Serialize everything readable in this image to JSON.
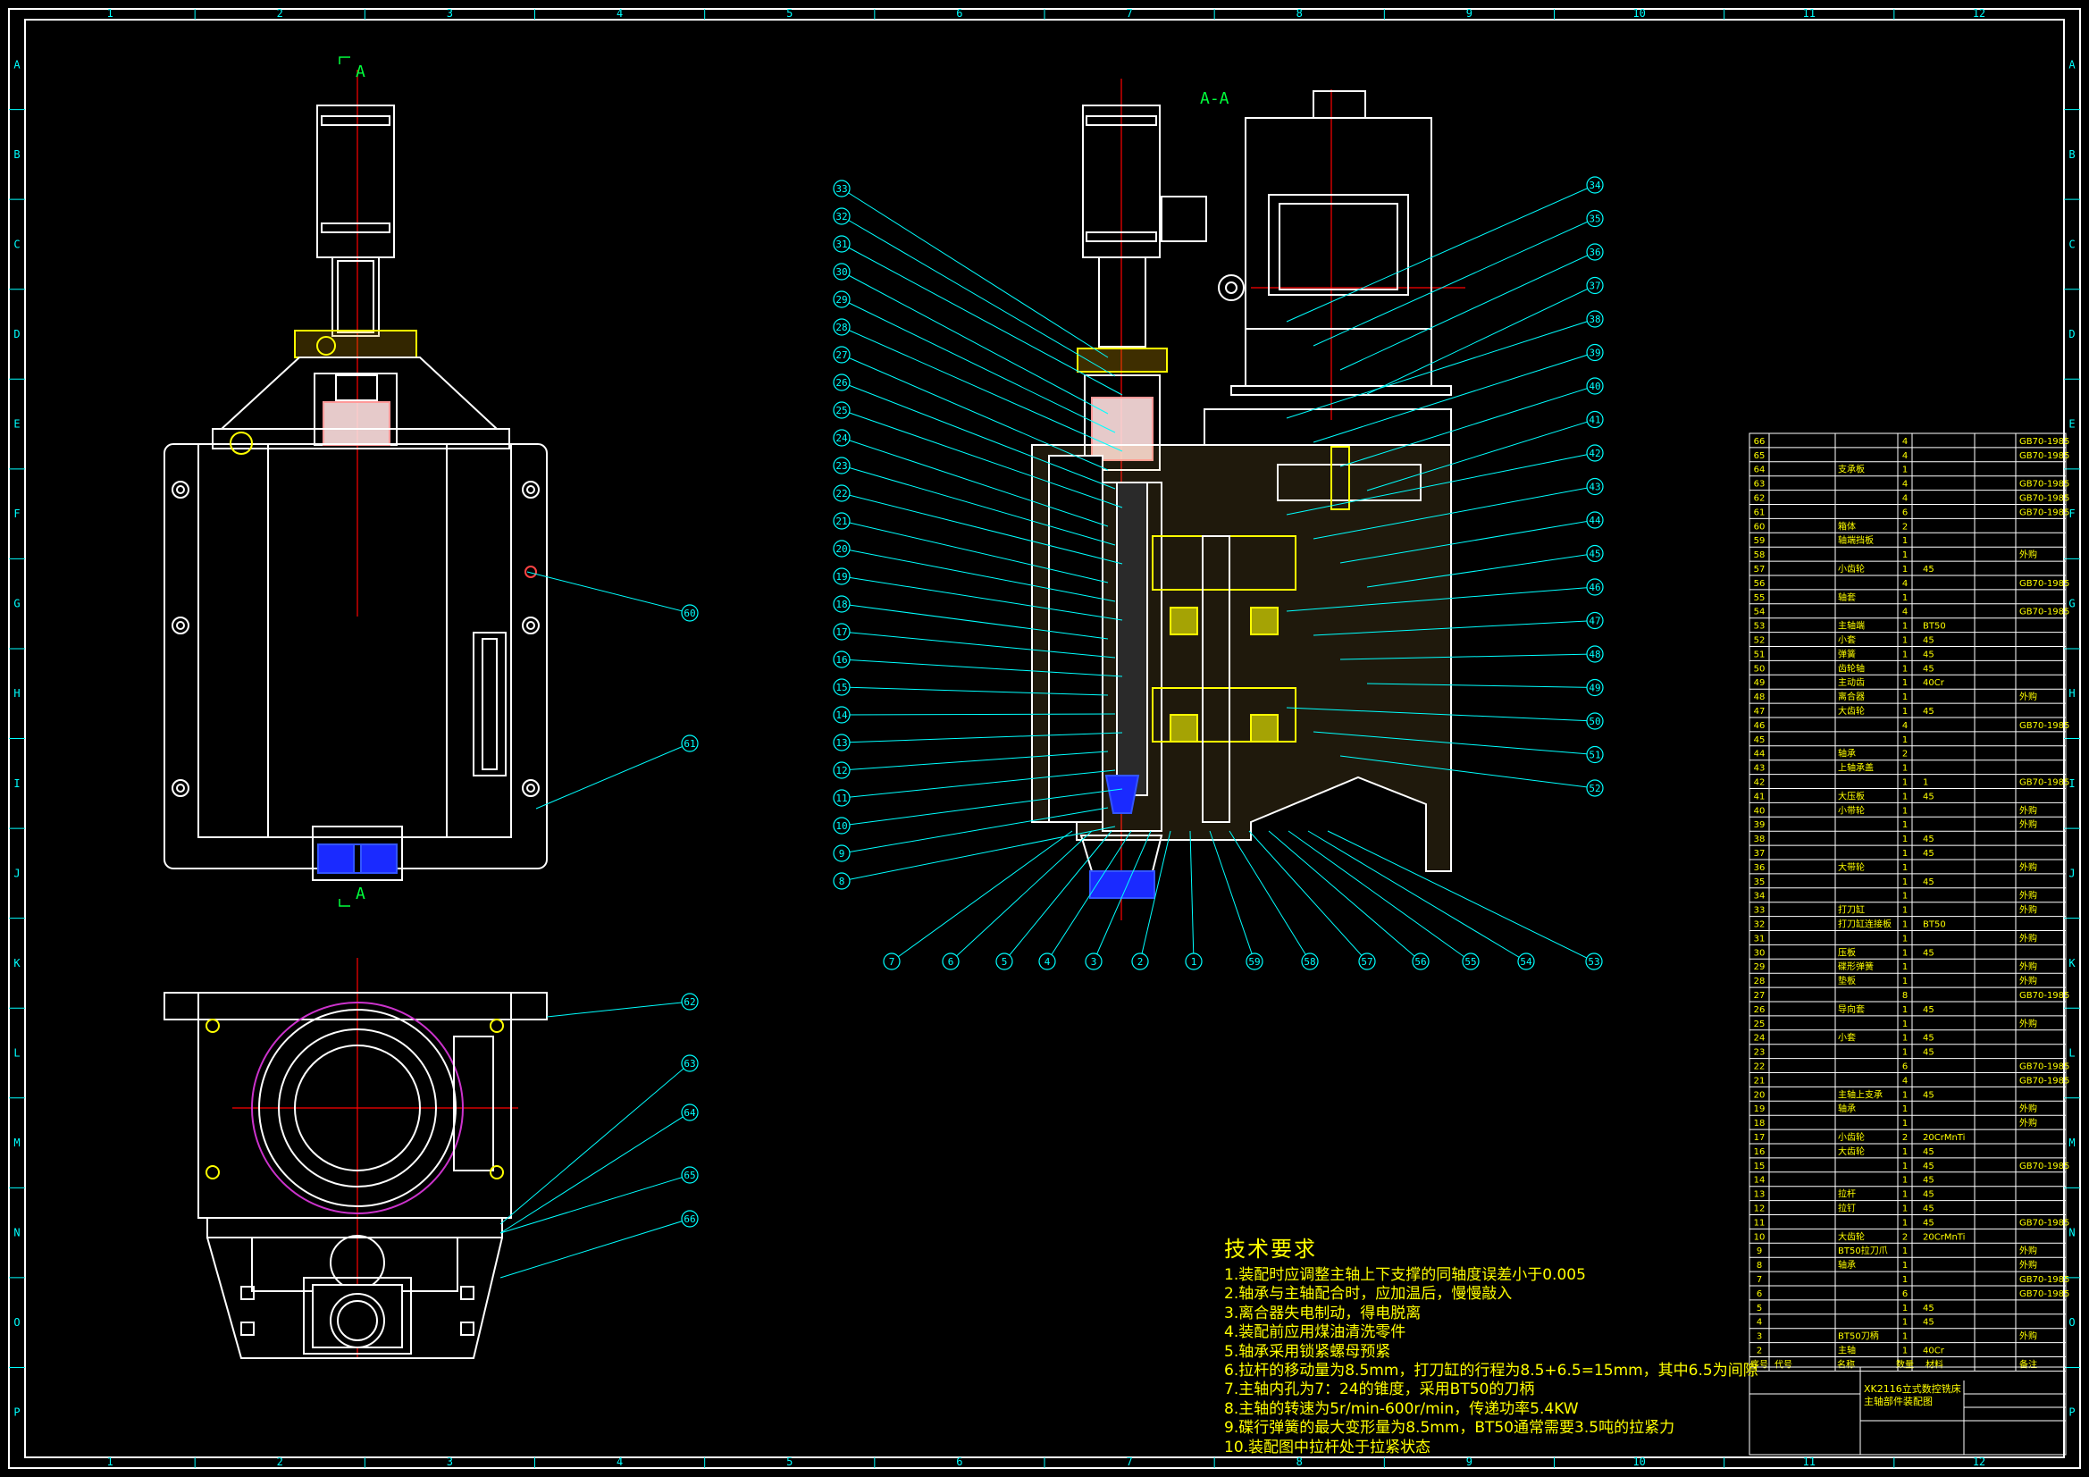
{
  "view_labels": {
    "section": "A-A",
    "arrow_top": "A",
    "arrow_bottom": "A"
  },
  "grid": {
    "columns": [
      "1",
      "2",
      "3",
      "4",
      "5",
      "6",
      "7",
      "8",
      "9",
      "10",
      "11",
      "12"
    ],
    "rows": [
      "A",
      "B",
      "C",
      "D",
      "E",
      "F",
      "G",
      "H",
      "I",
      "J",
      "K",
      "L",
      "M",
      "N",
      "O",
      "P"
    ]
  },
  "balloons_left": [
    "33",
    "32",
    "31",
    "30",
    "29",
    "28",
    "27",
    "26",
    "25",
    "24",
    "23",
    "22",
    "21",
    "20",
    "19",
    "18",
    "17",
    "16",
    "15",
    "14",
    "13",
    "12",
    "11",
    "10",
    "9",
    "8"
  ],
  "balloons_bottom": [
    "7",
    "6",
    "5",
    "4",
    "3",
    "2",
    "1",
    "59",
    "58",
    "57",
    "56",
    "55",
    "54",
    "53"
  ],
  "balloons_right": [
    "34",
    "35",
    "36",
    "37",
    "38",
    "39",
    "40",
    "41",
    "42",
    "43",
    "44",
    "45",
    "46",
    "47",
    "48",
    "49",
    "50",
    "51",
    "52"
  ],
  "balloons_views": [
    "60",
    "61",
    "62",
    "63",
    "64",
    "65",
    "66"
  ],
  "tech_requirements": {
    "title": "技术要求",
    "items": [
      "1.装配时应调整主轴上下支撑的同轴度误差小于0.005",
      "2.轴承与主轴配合时，应加温后，慢慢敲入",
      "3.离合器失电制动，得电脱离",
      "4.装配前应用煤油清洗零件",
      "5.轴承采用锁紧螺母预紧",
      "6.拉杆的移动量为8.5mm，打刀缸的行程为8.5+6.5=15mm，其中6.5为间隙",
      "7.主轴内孔为7：24的锥度，采用BT50的刀柄",
      "8.主轴的转速为5r/min-600r/min，传递功率5.4KW",
      "9.碟行弹簧的最大变形量为8.5mm，BT50通常需要3.5吨的拉紧力",
      "10.装配图中拉杆处于拉紧状态"
    ]
  },
  "bom": {
    "rows": [
      [
        "66",
        "",
        "4",
        "",
        "GB70-1985"
      ],
      [
        "65",
        "",
        "4",
        "",
        "GB70-1985"
      ],
      [
        "64",
        "支承板",
        "1",
        "",
        ""
      ],
      [
        "63",
        "",
        "4",
        "",
        "GB70-1985"
      ],
      [
        "62",
        "",
        "4",
        "",
        "GB70-1985"
      ],
      [
        "61",
        "",
        "6",
        "",
        "GB70-1985"
      ],
      [
        "60",
        "箱体",
        "2",
        "",
        ""
      ],
      [
        "59",
        "轴端挡板",
        "1",
        "",
        ""
      ],
      [
        "58",
        "",
        "1",
        "",
        "外购"
      ],
      [
        "57",
        "小齿轮",
        "1",
        "45",
        ""
      ],
      [
        "56",
        "",
        "4",
        "",
        "GB70-1985"
      ],
      [
        "55",
        "轴套",
        "1",
        "",
        ""
      ],
      [
        "54",
        "",
        "4",
        "",
        "GB70-1985"
      ],
      [
        "53",
        "主轴端",
        "1",
        "BT50",
        ""
      ],
      [
        "52",
        "小套",
        "1",
        "45",
        ""
      ],
      [
        "51",
        "弹簧",
        "1",
        "45",
        ""
      ],
      [
        "50",
        "齿轮轴",
        "1",
        "45",
        ""
      ],
      [
        "49",
        "主动齿",
        "1",
        "40Cr",
        ""
      ],
      [
        "48",
        "离合器",
        "1",
        "",
        "外购"
      ],
      [
        "47",
        "大齿轮",
        "1",
        "45",
        ""
      ],
      [
        "46",
        "",
        "4",
        "",
        "GB70-1985"
      ],
      [
        "45",
        "",
        "1",
        "",
        ""
      ],
      [
        "44",
        "轴承",
        "2",
        "",
        ""
      ],
      [
        "43",
        "上轴承盖",
        "1",
        "",
        ""
      ],
      [
        "42",
        "",
        "1",
        "1",
        "GB70-1985"
      ],
      [
        "41",
        "大压板",
        "1",
        "45",
        ""
      ],
      [
        "40",
        "小带轮",
        "1",
        "",
        "外购"
      ],
      [
        "39",
        "",
        "1",
        "",
        "外购"
      ],
      [
        "38",
        "",
        "1",
        "45",
        ""
      ],
      [
        "37",
        "",
        "1",
        "45",
        ""
      ],
      [
        "36",
        "大带轮",
        "1",
        "",
        "外购"
      ],
      [
        "35",
        "",
        "1",
        "45",
        ""
      ],
      [
        "34",
        "",
        "1",
        "",
        "外购"
      ],
      [
        "33",
        "打刀缸",
        "1",
        "",
        "外购"
      ],
      [
        "32",
        "打刀缸连接板",
        "1",
        "BT50",
        ""
      ],
      [
        "31",
        "",
        "1",
        "",
        "外购"
      ],
      [
        "30",
        "压板",
        "1",
        "45",
        ""
      ],
      [
        "29",
        "碟形弹簧",
        "1",
        "",
        "外购"
      ],
      [
        "28",
        "垫板",
        "1",
        "",
        "外购"
      ],
      [
        "27",
        "",
        "8",
        "",
        "GB70-1985"
      ],
      [
        "26",
        "导向套",
        "1",
        "45",
        ""
      ],
      [
        "25",
        "",
        "1",
        "",
        "外购"
      ],
      [
        "24",
        "小套",
        "1",
        "45",
        ""
      ],
      [
        "23",
        "",
        "1",
        "45",
        ""
      ],
      [
        "22",
        "",
        "6",
        "",
        "GB70-1985"
      ],
      [
        "21",
        "",
        "4",
        "",
        "GB70-1985"
      ],
      [
        "20",
        "主轴上支承",
        "1",
        "45",
        ""
      ],
      [
        "19",
        "轴承",
        "1",
        "",
        "外购"
      ],
      [
        "18",
        "",
        "1",
        "",
        "外购"
      ],
      [
        "17",
        "小齿轮",
        "2",
        "20CrMnTi",
        ""
      ],
      [
        "16",
        "大齿轮",
        "1",
        "45",
        ""
      ],
      [
        "15",
        "",
        "1",
        "45",
        "GB70-1985"
      ],
      [
        "14",
        "",
        "1",
        "45",
        ""
      ],
      [
        "13",
        "拉杆",
        "1",
        "45",
        ""
      ],
      [
        "12",
        "拉钉",
        "1",
        "45",
        ""
      ],
      [
        "11",
        "",
        "1",
        "45",
        "GB70-1985"
      ],
      [
        "10",
        "大齿轮",
        "2",
        "20CrMnTi",
        ""
      ],
      [
        "9",
        "BT50拉刀爪",
        "1",
        "",
        "外购"
      ],
      [
        "8",
        "轴承",
        "1",
        "",
        "外购"
      ],
      [
        "7",
        "",
        "1",
        "",
        "GB70-1985"
      ],
      [
        "6",
        "",
        "6",
        "",
        "GB70-1985"
      ],
      [
        "5",
        "",
        "1",
        "45",
        ""
      ],
      [
        "4",
        "",
        "1",
        "45",
        ""
      ],
      [
        "3",
        "BT50刀柄",
        "1",
        "",
        "外购"
      ],
      [
        "2",
        "主轴",
        "1",
        "40Cr",
        ""
      ]
    ],
    "header": [
      "序号",
      "代号",
      "名称",
      "数量",
      "材料",
      "备注"
    ],
    "title": "XK2116立式数控铣床主轴部件装配图"
  }
}
